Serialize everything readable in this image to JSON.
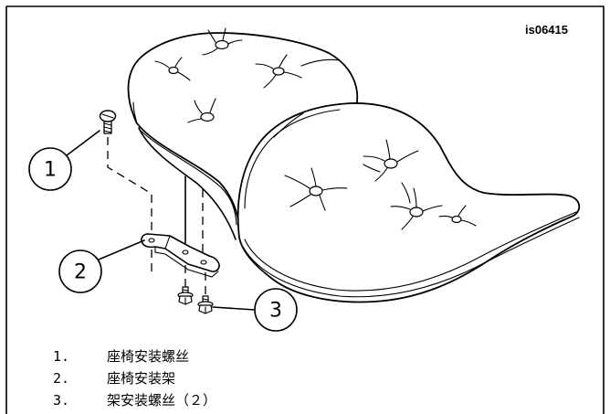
{
  "figure_id": "is06415",
  "colors": {
    "line": "#000000",
    "background": "#ffffff"
  },
  "callouts": [
    {
      "number": "1"
    },
    {
      "number": "2"
    },
    {
      "number": "3"
    }
  ],
  "legend": [
    {
      "number": "1.",
      "label": "座椅安装螺丝"
    },
    {
      "number": "2.",
      "label": "座椅安装架"
    },
    {
      "number": "3.",
      "label": "架安装螺丝（２）"
    }
  ]
}
